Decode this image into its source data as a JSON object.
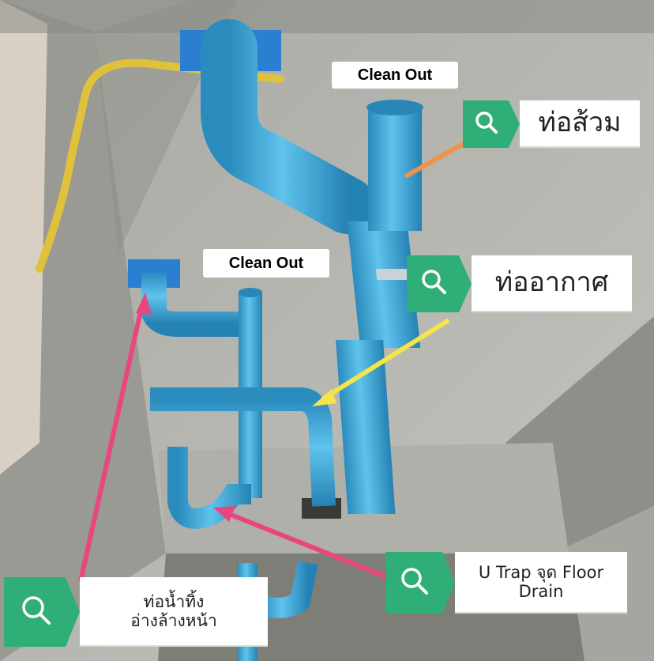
{
  "photo": {
    "labels": {
      "clean_out_top": "Clean Out",
      "clean_out_mid": "Clean Out"
    },
    "tags": {
      "vent_stack": "ท่อส้วม",
      "air_pipe": "ท่ออากาศ",
      "basin_drain_line1": "ท่อน้ำทิ้ง",
      "basin_drain_line2": "อ่างล้างหน้า",
      "utrap_line1": "U Trap จุด Floor",
      "utrap_line2": "Drain"
    },
    "icon": "search-icon",
    "colors": {
      "tag_green": "#2fae78",
      "arrow_orange": "#f0924a",
      "arrow_yellow": "#f5e44a",
      "arrow_pink": "#e9457f",
      "pipe_blue": "#3fa8d6"
    }
  }
}
